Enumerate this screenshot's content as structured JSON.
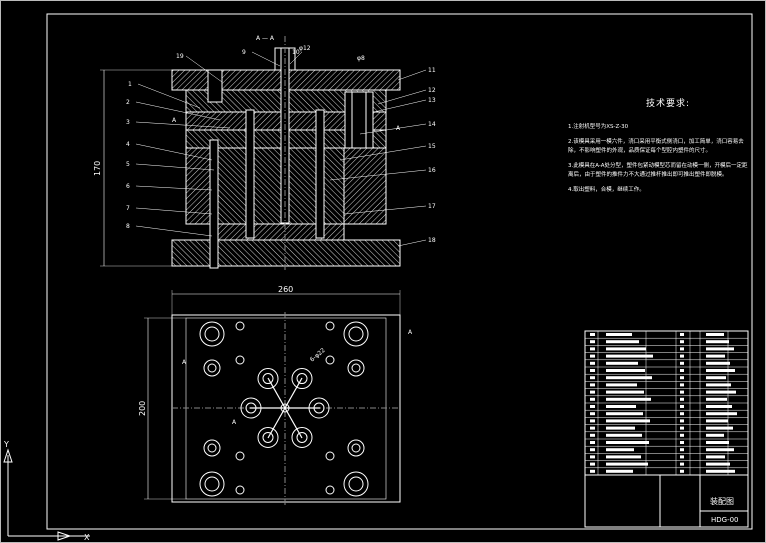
{
  "drawing": {
    "tech_title": "技术要求:",
    "tech_notes": [
      "1.注射机型号为XS-Z-30",
      "2.该模具采用一模六件，浇口采用平衡式侧浇口，加工简单，浇口容易去除，不影响塑件的外观，品质保证每个型腔内塑件的尺寸。",
      "3.此模具在A-A处分型，塑件包紧动模型芯而留在动模一侧，开模后一定距离后，由于塑件的推件力不大通过推杆推出即可推出塑件即脱模。",
      "4.取出塑料，合模，继续工作。"
    ],
    "dims": {
      "overall_height": "170",
      "overall_width": "260",
      "plan_height": "200",
      "pcd": "6-φ22",
      "phi_top_1": "φ12",
      "phi_top_2": "φ8"
    },
    "section_mark": "A — A",
    "section_letter": "A",
    "part_numbers_left": [
      "19",
      "9",
      "10",
      "1",
      "2",
      "3",
      "4",
      "5",
      "6",
      "7",
      "8"
    ],
    "part_numbers_right": [
      "11",
      "12",
      "13",
      "14",
      "15",
      "16",
      "17",
      "18"
    ],
    "title_block": {
      "drawing_name": "装配图",
      "drawing_no": "HDG-00"
    },
    "colors": {
      "background": "#000000",
      "line": "#ffffff",
      "hatch": "#d8d8d8",
      "section": "#9a9a9a"
    }
  }
}
